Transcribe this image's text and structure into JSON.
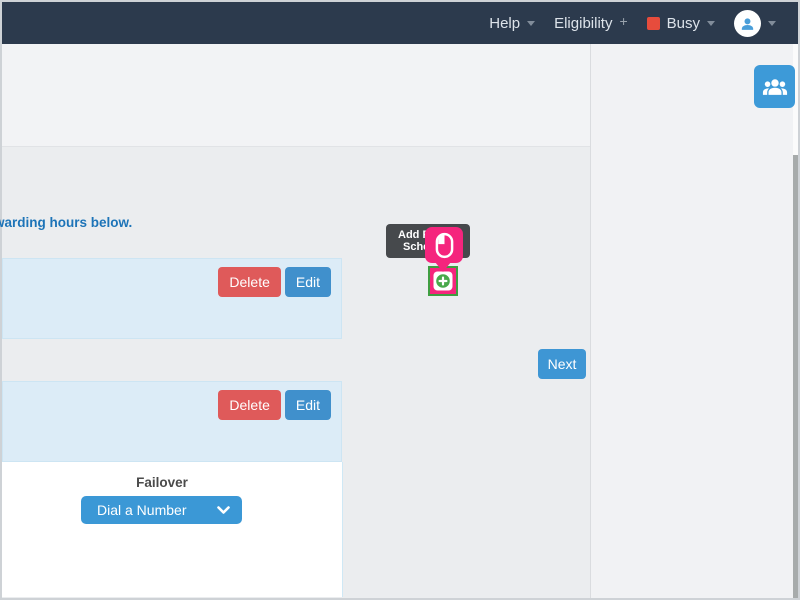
{
  "navbar": {
    "help_label": "Help",
    "eligibility_label": "Eligibility",
    "eligibility_plus": "+",
    "busy_label": "Busy",
    "icons": {
      "busy_status": "red-square-status",
      "avatar": "user-avatar",
      "menu_caret": "chevron-down"
    }
  },
  "main": {
    "heading": "warding hours below.",
    "schedule_rows": [
      {
        "delete_label": "Delete",
        "edit_label": "Edit"
      },
      {
        "delete_label": "Delete",
        "edit_label": "Edit"
      }
    ],
    "failover_label": "Failover",
    "failover_selected": "Dial a Number",
    "next_label": "Next"
  },
  "tour": {
    "tooltip_line1": "Add F",
    "tooltip_line2": "Sche",
    "icons": {
      "cursor": "mouse-left-click",
      "target": "add-plus"
    }
  },
  "sidebar": {
    "icons": {
      "contacts_button": "users-group"
    }
  },
  "colors": {
    "navbar_bg": "#2c3a4d",
    "accent_blue": "#3e96d4",
    "danger_red": "#df5a5a",
    "busy_red": "#e74c3c",
    "highlight_pink": "#f5257d",
    "target_green": "#3f9e41",
    "panel_blue": "#dcecf7",
    "heading_blue": "#1d74b8"
  }
}
